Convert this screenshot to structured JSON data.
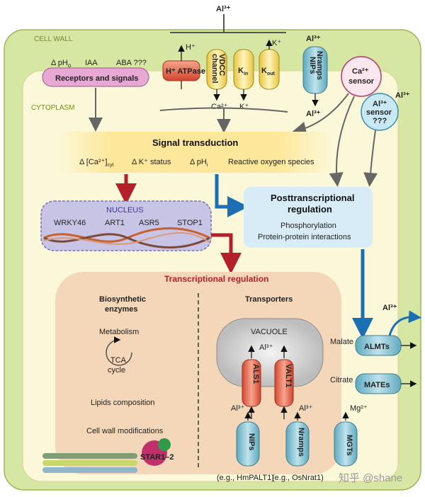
{
  "diagram": {
    "top_ion": "Al³⁺",
    "cell_wall_label": "CELL WALL",
    "cytoplasm_label": "CYTOPLASM",
    "receptors": {
      "stimuli": [
        "Δ pH",
        "IAA",
        "ABA ???"
      ],
      "stimulus_sub": "o",
      "box": "Receptors and signals"
    },
    "membrane_channels": {
      "h_atpase": "H⁺ ATPase",
      "h_ion": "H⁺",
      "vdcc": [
        "VDCC",
        "channel"
      ],
      "kin": "K",
      "kin_sub": "in",
      "kout": "K",
      "kout_sub": "out",
      "ca_ion": "Ca²⁺",
      "k_ion_in": "K⁺",
      "k_ion_out": "K⁺",
      "nramps": [
        "Nramps",
        "NIPs"
      ],
      "nramps_ion_top": "Al³⁺",
      "nramps_ion_bottom": "Al³⁺"
    },
    "sensors": {
      "ca": [
        "Ca²⁺",
        "sensor"
      ],
      "al": [
        "Al³⁺",
        "sensor",
        "???"
      ],
      "al_label": "Al³⁺"
    },
    "signal_transduction": {
      "title": "Signal transduction",
      "items": [
        "Δ [Ca²⁺]",
        "Δ K⁺ status",
        "Δ pH",
        "Reactive oxygen species"
      ],
      "item0_sub": "cyt",
      "item2_sub": "i"
    },
    "nucleus": {
      "title": "NUCLEUS",
      "genes": [
        "WRKY46",
        "ART1",
        "ASR5",
        "STOP1"
      ]
    },
    "posttranscriptional": {
      "title": [
        "Posttranscriptional",
        "regulation"
      ],
      "items": [
        "Phosphorylation",
        "Protein-protein interactions"
      ]
    },
    "transcriptional": {
      "title": "Transcriptional regulation",
      "biosynthetic": {
        "title": [
          "Biosynthetic",
          "enzymes"
        ],
        "items": [
          "Metabolism",
          "TCA",
          "cycle",
          "Lipids composition",
          "Cell wall modifications"
        ]
      },
      "transporters": {
        "title": "Transporters",
        "vacuole": "VACUOLE",
        "vac_ion": "Al³⁺",
        "als1": "ALS1",
        "valt1": "VALT1",
        "ion_left": "Al³⁺",
        "ion_mid": "Al³⁺",
        "ion_right": "Mg²⁺",
        "nips": "NIPs",
        "nramps": "Nramps",
        "mgts": "MGTs",
        "eg1": "(e.g., HmPALT1)",
        "eg2": "(e.g., OsNrat1)"
      }
    },
    "efflux": {
      "malate": "Malate",
      "almts": "ALMTs",
      "citrate": "Citrate",
      "mates": "MATEs",
      "al_out": "Al³⁺"
    },
    "star": "STAR1–2",
    "watermark": "知乎 @shane"
  },
  "colors": {
    "cell_wall": "#d6e6a3",
    "cytoplasm": "#fbf8d9",
    "signal_box": "#fde79a",
    "nucleus": "#c8c4e6",
    "post_box": "#d7ecf6",
    "transcriptional_box": "#f3d7b8",
    "red_arrow": "#b3202a",
    "blue_arrow": "#1d6fb4",
    "transporter": "#8fc7d8",
    "red_transporter": "#e9604b"
  }
}
